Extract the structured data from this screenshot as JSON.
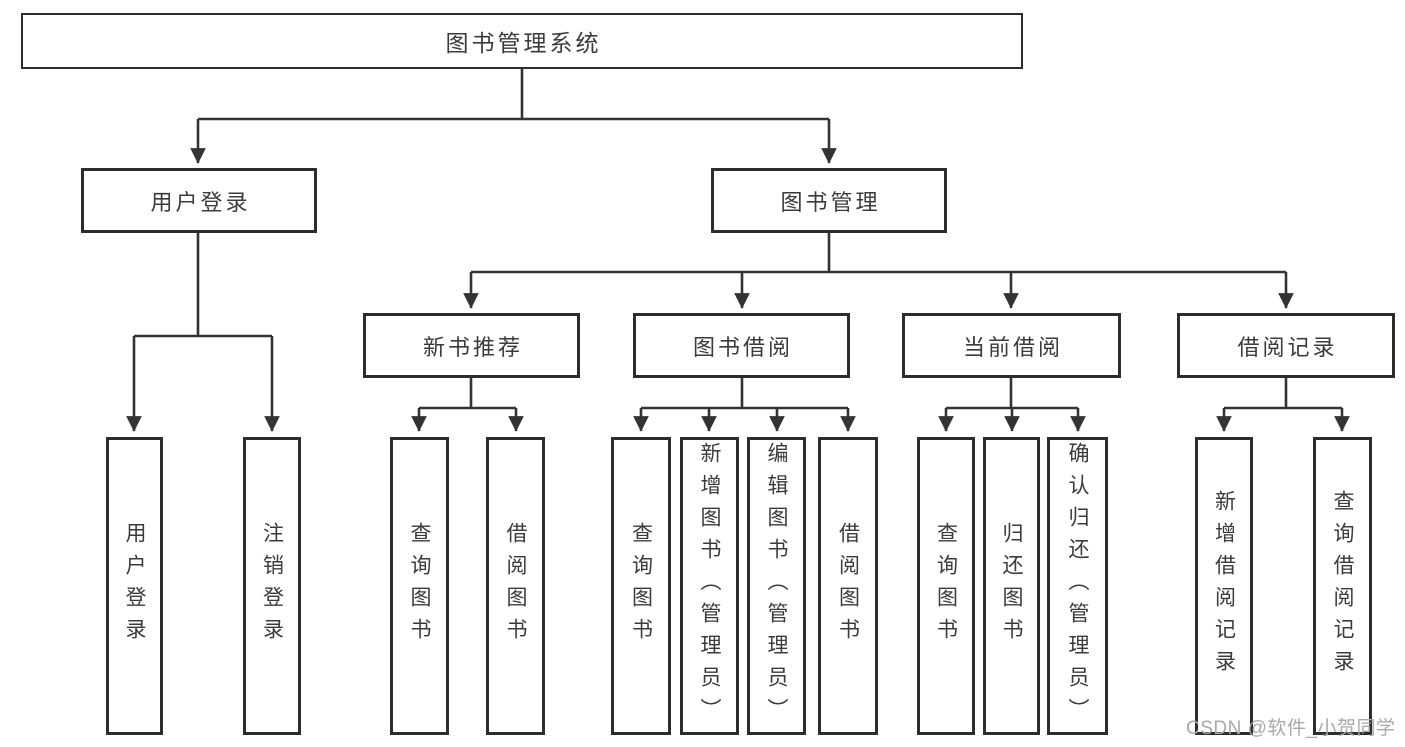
{
  "diagram_title": "图书管理系统",
  "tree": {
    "label": "图书管理系统",
    "children": [
      {
        "label": "用户登录",
        "children": [
          {
            "label": "用户登录"
          },
          {
            "label": "注销登录"
          }
        ]
      },
      {
        "label": "图书管理",
        "children": [
          {
            "label": "新书推荐",
            "children": [
              {
                "label": "查询图书"
              },
              {
                "label": "借阅图书"
              }
            ]
          },
          {
            "label": "图书借阅",
            "children": [
              {
                "label": "查询图书"
              },
              {
                "label": "新增图书（管理员）"
              },
              {
                "label": "编辑图书（管理员）"
              },
              {
                "label": "借阅图书"
              }
            ]
          },
          {
            "label": "当前借阅",
            "children": [
              {
                "label": "查询图书"
              },
              {
                "label": "归还图书"
              },
              {
                "label": "确认归还（管理员）"
              }
            ]
          },
          {
            "label": "借阅记录",
            "children": [
              {
                "label": "新增借阅记录"
              },
              {
                "label": "查询借阅记录"
              }
            ]
          }
        ]
      }
    ]
  },
  "watermark": {
    "text": "CSDN @软件_小贺同学"
  },
  "colors": {
    "line": "#333333",
    "box_border": "#2d2d2d",
    "box_fill": "#ffffff",
    "text": "#3b3b3b",
    "watermark": "#a9a9a9"
  }
}
